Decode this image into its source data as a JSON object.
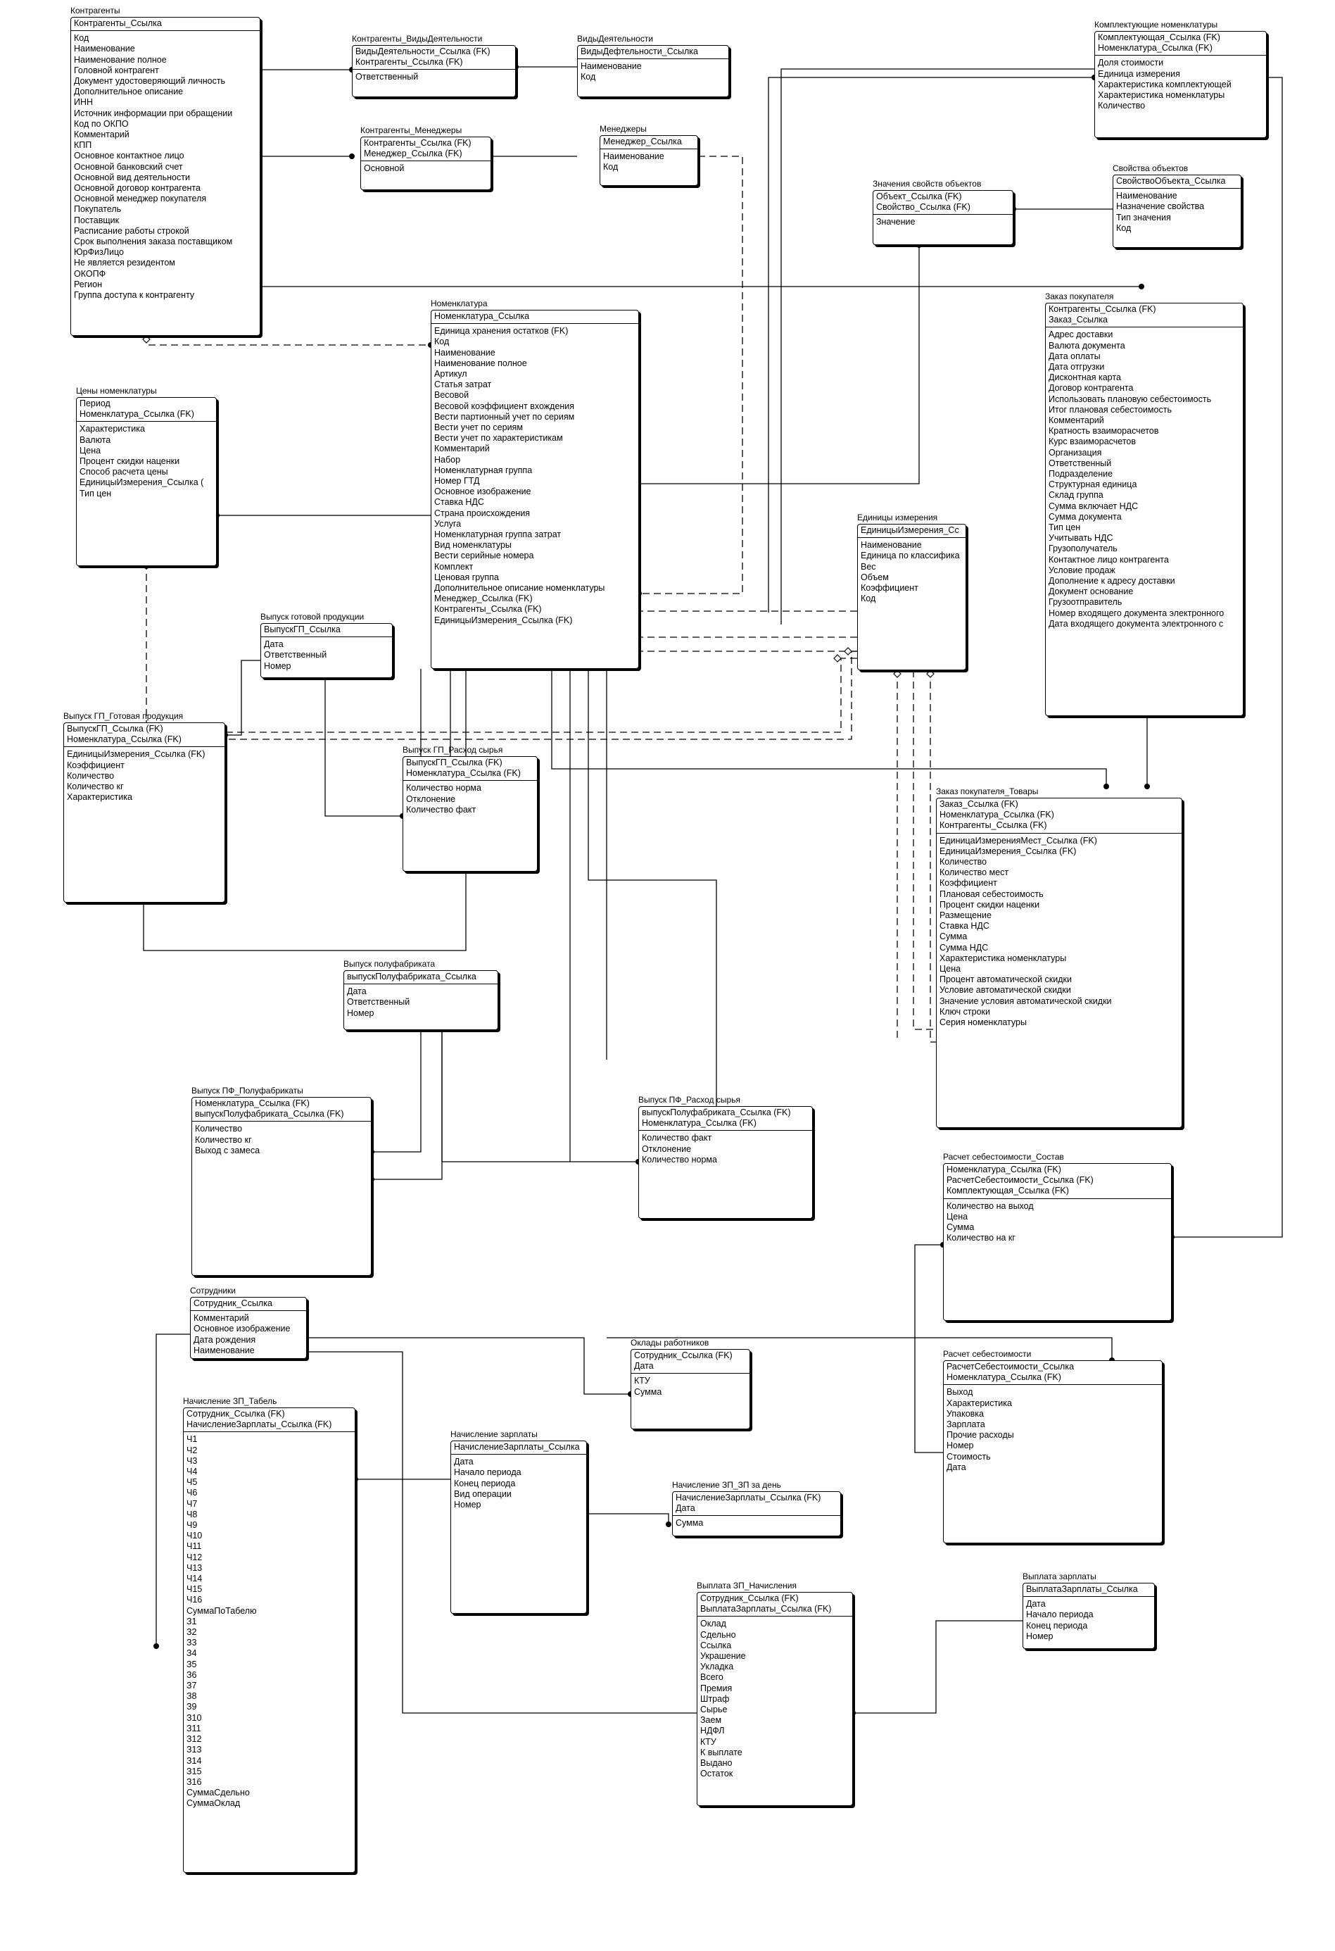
{
  "entities": [
    {
      "id": "kontragenty",
      "title": "Контрагенты",
      "keys": [
        "Контрагенты_Ссылка"
      ],
      "attrs": [
        "Код",
        "Наименование",
        "Наименование полное",
        "Головной контрагент",
        "Документ удостоверяющий личность",
        "Дополнительное описание",
        "ИНН",
        "Источник информации при обращении",
        "Код по ОКПО",
        "Комментарий",
        "КПП",
        "Основное контактное лицо",
        "Основной банковский счет",
        "Основной вид деятельности",
        "Основной договор контрагента",
        "Основной менеджер покупателя",
        "Покупатель",
        "Поставщик",
        "Расписание работы строкой",
        "Срок выполнения заказа поставщиком",
        "ЮрФизЛицо",
        "Не является резидентом",
        "ОКОПФ",
        "Регион",
        "Группа доступа к контрагенту"
      ]
    },
    {
      "id": "kvd",
      "title": "Контрагенты_ВидыДеятельности",
      "keys": [
        "ВидыДеятельности_Ссылка (FK)",
        "Контрагенты_Ссылка (FK)"
      ],
      "attrs": [
        "Ответственный"
      ]
    },
    {
      "id": "vd",
      "title": "ВидыДеятельности",
      "keys": [
        "ВидыДефтельности_Ссылка"
      ],
      "attrs": [
        "Наименование",
        "Код"
      ]
    },
    {
      "id": "kmen",
      "title": "Контрагенты_Менеджеры",
      "keys": [
        "Контрагенты_Ссылка (FK)",
        "Менеджер_Ссылка (FK)"
      ],
      "attrs": [
        "Основной"
      ]
    },
    {
      "id": "men",
      "title": "Менеджеры",
      "keys": [
        "Менеджер_Ссылка"
      ],
      "attrs": [
        "Наименование",
        "Код"
      ]
    },
    {
      "id": "komplekt",
      "title": "Комплектующие номенклатуры",
      "keys": [
        "Комплектующая_Ссылка (FK)",
        "Номенклатура_Ссылка (FK)"
      ],
      "attrs": [
        "Доля стоимости",
        "Единица измерения",
        "Характеристика комплектующей",
        "Характеристика номенклатуры",
        "Количество"
      ]
    },
    {
      "id": "znach",
      "title": "Значения свойств объектов",
      "keys": [
        "Объект_Ссылка (FK)",
        "Свойство_Ссылка (FK)"
      ],
      "attrs": [
        "Значение"
      ]
    },
    {
      "id": "svoist",
      "title": "Свойства объектов",
      "keys": [
        "СвойствоОбъекта_Ссылка"
      ],
      "attrs": [
        "Наименование",
        "Назначение свойства",
        "Тип значения",
        "Код"
      ]
    },
    {
      "id": "nomen",
      "title": "Номенклатура",
      "keys": [
        "Номенклатура_Ссылка"
      ],
      "attrs": [
        "Единица хранения остатков (FK)",
        "Код",
        "Наименование",
        "Наименование полное",
        "Артикул",
        "Статья затрат",
        "Весовой",
        "Весовой коэффициент вхождения",
        "Вести партионный учет по сериям",
        "Вести учет по сериям",
        "Вести учет по характеристикам",
        "Комментарий",
        "Набор",
        "Номенклатурная группа",
        "Номер ГТД",
        "Основное изображение",
        "Ставка НДС",
        "Страна происхождения",
        "Услуга",
        "Номенклатурная группа затрат",
        "Вид номенклатуры",
        "Вести серийные номера",
        "Комплект",
        "Ценовая группа",
        "Дополнительное описание номенклатуры",
        "Менеджер_Ссылка (FK)",
        "Контрагенты_Ссылка (FK)",
        "ЕдиницыИзмерения_Ссылка (FK)"
      ]
    },
    {
      "id": "zakaz",
      "title": "Заказ покупателя",
      "keys": [
        "Контрагенты_Ссылка (FK)",
        "Заказ_Ссылка"
      ],
      "attrs": [
        "Адрес доставки",
        "Валюта документа",
        "Дата оплаты",
        "Дата отгрузки",
        "Дисконтная карта",
        "Договор контрагента",
        "Использовать плановую себестоимость",
        "Итог плановая себестоимость",
        "Комментарий",
        "Кратность взаиморасчетов",
        "Курс взаиморасчетов",
        "Организация",
        "Ответственный",
        "Подразделение",
        "Структурная единица",
        "Склад группа",
        "Сумма включает НДС",
        "Сумма документа",
        "Тип цен",
        "Учитывать НДС",
        "Грузополучатель",
        "Контактное лицо контрагента",
        "Условие продаж",
        "Дополнение к адресу доставки",
        "Документ основание",
        "Грузоотправитель",
        "Номер входящего документа электронного",
        "Дата входящего документа электронного с"
      ]
    },
    {
      "id": "ceny",
      "title": "Цены номенклатуры",
      "keys": [
        "Период",
        "Номенклатура_Ссылка (FK)"
      ],
      "attrs": [
        "Характеристика",
        "Валюта",
        "Цена",
        "Процент скидки наценки",
        "Способ расчета цены",
        "ЕдиницыИзмерения_Ссылка (",
        "Тип цен"
      ]
    },
    {
      "id": "edin",
      "title": "Единицы измерения",
      "keys": [
        "ЕдиницыИзмерения_Сс"
      ],
      "attrs": [
        "Наименование",
        "Единица по классифика",
        "Вес",
        "Объем",
        "Коэффициент",
        "Код"
      ]
    },
    {
      "id": "vypgp",
      "title": "Выпуск готовой продукции",
      "keys": [
        "ВыпускГП_Ссылка"
      ],
      "attrs": [
        "Дата",
        "Ответственный",
        "Номер"
      ]
    },
    {
      "id": "vgpgot",
      "title": "Выпуск ГП_Готовая продукция",
      "keys": [
        "ВыпускГП_Ссылка (FK)",
        "Номенклатура_Ссылка (FK)"
      ],
      "attrs": [
        "ЕдиницыИзмерения_Ссылка (FK)",
        "Коэффициент",
        "Количество",
        "Количество кг",
        "Характеристика"
      ]
    },
    {
      "id": "vgpras",
      "title": "Выпуск ГП_Расход сырья",
      "keys": [
        "ВыпускГП_Ссылка (FK)",
        "Номенклатура_Ссылка (FK)"
      ],
      "attrs": [
        "Количество норма",
        "Отклонение",
        "Количество факт"
      ]
    },
    {
      "id": "zptov",
      "title": "Заказ покупателя_Товары",
      "keys": [
        "Заказ_Ссылка (FK)",
        "Номенклатура_Ссылка (FK)",
        "Контрагенты_Ссылка (FK)"
      ],
      "attrs": [
        "ЕдиницаИзмеренияМест_Ссылка (FK)",
        "ЕдиницаИзмерения_Ссылка (FK)",
        "Количество",
        "Количество мест",
        "Коэффициент",
        "Плановая себестоимость",
        "Процент скидки наценки",
        "Размещение",
        "Ставка НДС",
        "Сумма",
        "Сумма НДС",
        "Характеристика номенклатуры",
        "Цена",
        "Процент автоматической скидки",
        "Условие автоматической скидки",
        "Значение условия автоматической скидки",
        "Ключ строки",
        "Серия номенклатуры"
      ]
    },
    {
      "id": "vpf",
      "title": "Выпуск полуфабриката",
      "keys": [
        "выпускПолуфабриката_Ссылка"
      ],
      "attrs": [
        "Дата",
        "Ответственный",
        "Номер"
      ]
    },
    {
      "id": "vpfpol",
      "title": "Выпуск ПФ_Полуфабрикаты",
      "keys": [
        "Номенклатура_Ссылка (FK)",
        "выпускПолуфабриката_Ссылка (FK)"
      ],
      "attrs": [
        "Количество",
        "Количество кг",
        "Выход с замеса"
      ]
    },
    {
      "id": "vpfras",
      "title": "Выпуск ПФ_Расход сырья",
      "keys": [
        "выпускПолуфабриката_Ссылка (FK)",
        "Номенклатура_Ссылка (FK)"
      ],
      "attrs": [
        "Количество факт",
        "Отклонение",
        "Количество норма"
      ]
    },
    {
      "id": "rssost",
      "title": "Расчет себестоимости_Состав",
      "keys": [
        "Номенклатура_Ссылка (FK)",
        "РасчетСебестоимости_Ссылка (FK)",
        "Комплектующая_Ссылка (FK)"
      ],
      "attrs": [
        "Количество на выход",
        "Цена",
        "Сумма",
        "Количество на кг"
      ]
    },
    {
      "id": "sotr",
      "title": "Сотрудники",
      "keys": [
        "Сотрудник_Ссылка"
      ],
      "attrs": [
        "Комментарий",
        "Основное изображение",
        "Дата рождения",
        "Наименование"
      ]
    },
    {
      "id": "oklady",
      "title": "Оклады работников",
      "keys": [
        "Сотрудник_Ссылка (FK)",
        "Дата"
      ],
      "attrs": [
        "КТУ",
        "Сумма"
      ]
    },
    {
      "id": "rs",
      "title": "Расчет себестоимости",
      "keys": [
        "РасчетСебестоимости_Ссылка",
        "Номенклатура_Ссылка (FK)"
      ],
      "attrs": [
        "Выход",
        "Характеристика",
        "Упаковка",
        "Зарплата",
        "Прочие расходы",
        "Номер",
        "Стоимость",
        "Дата"
      ]
    },
    {
      "id": "tabel",
      "title": "Начисление ЗП_Табель",
      "keys": [
        "Сотрудник_Ссылка (FK)",
        "НачислениеЗарплаты_Ссылка (FK)"
      ],
      "attrs": [
        "Ч1",
        "Ч2",
        "Ч3",
        "Ч4",
        "Ч5",
        "Ч6",
        "Ч7",
        "Ч8",
        "Ч9",
        "Ч10",
        "Ч11",
        "Ч12",
        "Ч13",
        "Ч14",
        "Ч15",
        "Ч16",
        "СуммаПоТабелю",
        "З1",
        "З2",
        "З3",
        "З4",
        "З5",
        "З6",
        "З7",
        "З8",
        "З9",
        "З10",
        "З11",
        "З12",
        "З13",
        "З14",
        "З15",
        "З16",
        "СуммаСдельно",
        "СуммаОклад"
      ]
    },
    {
      "id": "nachzp",
      "title": "Начисление зарплаты",
      "keys": [
        "НачислениеЗарплаты_Ссылка"
      ],
      "attrs": [
        "Дата",
        "Начало периода",
        "Конец периода",
        "Вид операции",
        "Номер"
      ]
    },
    {
      "id": "zpden",
      "title": "Начисление ЗП_ЗП за день",
      "keys": [
        "НачислениеЗарплаты_Ссылка (FK)",
        "Дата"
      ],
      "attrs": [
        "Сумма"
      ]
    },
    {
      "id": "vypzp",
      "title": "Выплата зарплаты",
      "keys": [
        "ВыплатаЗарплаты_Ссылка"
      ],
      "attrs": [
        "Дата",
        "Начало периода",
        "Конец периода",
        "Номер"
      ]
    },
    {
      "id": "vypnach",
      "title": "Выплата ЗП_Начисления",
      "keys": [
        "Сотрудник_Ссылка (FK)",
        "ВыплатаЗарплаты_Ссылка (FK)"
      ],
      "attrs": [
        "Оклад",
        "Сдельно",
        "Ссылка",
        "Украшение",
        "Укладка",
        "Всего",
        "Премия",
        "Штраф",
        "Сырье",
        "Заем",
        "НДФЛ",
        "КТУ",
        "К выплате",
        "Выдано",
        "Остаток"
      ]
    }
  ]
}
